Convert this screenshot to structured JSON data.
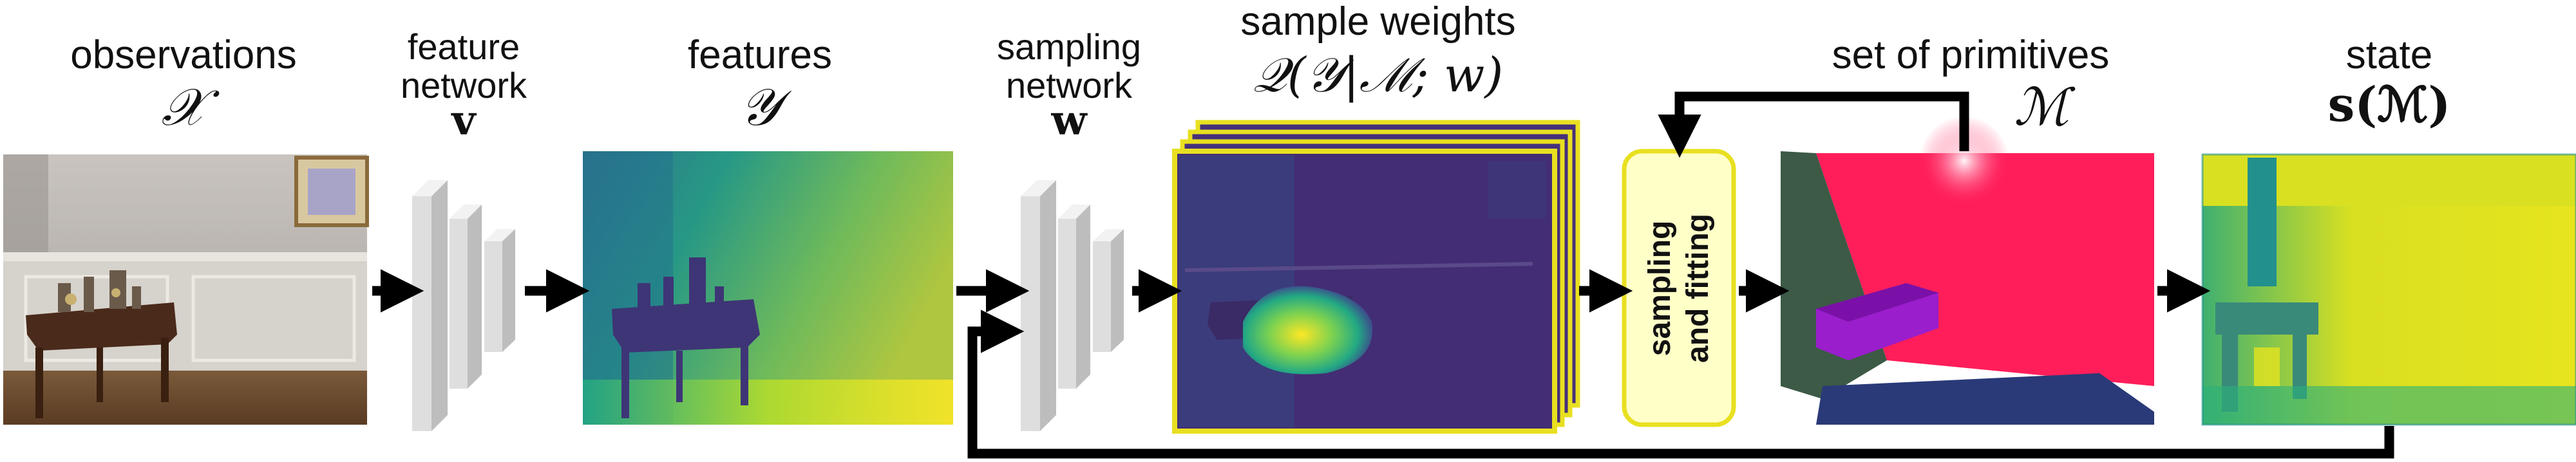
{
  "labels": {
    "observations": "observations",
    "feature_network": [
      "feature",
      "network"
    ],
    "features": "features",
    "sampling_network": [
      "sampling",
      "network"
    ],
    "sample_weights": "sample weights",
    "sampling_fitting": [
      "sampling",
      "and fitting"
    ],
    "set_of_primitives": "set of primitives",
    "state": "state"
  },
  "symbols": {
    "observations": "𝒳",
    "feature_network": "v",
    "features": "𝒴",
    "sampling_network": "w",
    "sample_weights": "𝒬(𝒴|ℳ; w)",
    "set_of_primitives": "ℳ",
    "state": "s(ℳ)"
  },
  "colors": {
    "arrow": "#000000",
    "highlight_border": "#e8e020",
    "highlight_fill": "#ffffc8",
    "viridis_dark": "#440154",
    "viridis_mid": "#21918c",
    "viridis_bright": "#fde725",
    "primitive_magenta": "#ff1e5a",
    "primitive_dark_green": "#3c5a46",
    "primitive_navy": "#2a3a78",
    "primitive_box": "#9a1ecc"
  }
}
